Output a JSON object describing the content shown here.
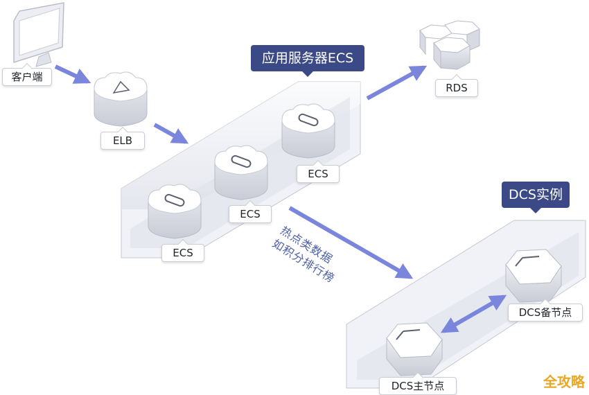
{
  "nodes": {
    "client": "客户端",
    "elb": "ELB",
    "ecs_group_title": "应用服务器ECS",
    "ecs_1": "ECS",
    "ecs_2": "ECS",
    "ecs_3": "ECS",
    "rds": "RDS",
    "dcs_group_title": "DCS实例",
    "dcs_standby": "DCS备节点",
    "dcs_primary": "DCS主节点"
  },
  "annotation": {
    "line1": "热点类数据",
    "line2": "如积分排行榜"
  },
  "watermark": "全攻略",
  "colors": {
    "arrow": "#7a86dc",
    "banner": "#3b4a86",
    "annotation": "#4b5ea8",
    "watermark": "#e8a826"
  }
}
